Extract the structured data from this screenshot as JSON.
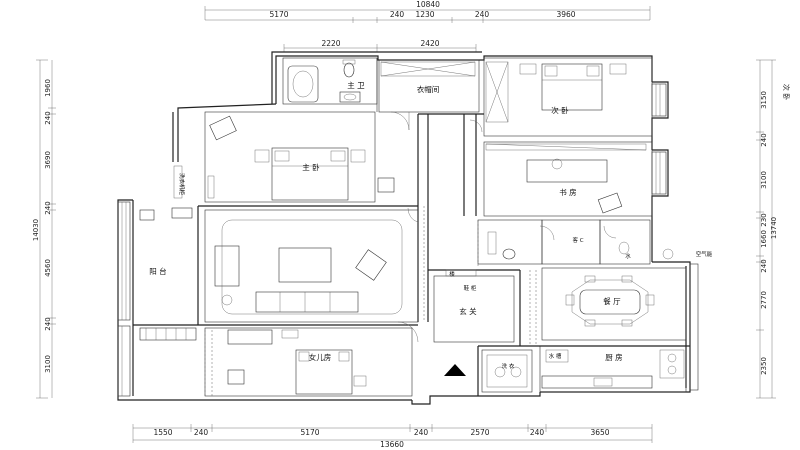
{
  "dimensions": {
    "top_total": "10840",
    "top_segments": [
      "5170",
      "240",
      "1230",
      "240",
      "3960"
    ],
    "top_sub": [
      "2220",
      "2420"
    ],
    "bottom_total": "13660",
    "bottom_segments": [
      "1550",
      "240",
      "5170",
      "240",
      "2570",
      "240",
      "3650"
    ],
    "left_total": "14030",
    "left_segments": [
      "1960",
      "240",
      "3690",
      "240",
      "4560",
      "240",
      "3100"
    ],
    "right_total": "13740",
    "right_segments": [
      "3150",
      "240",
      "3100",
      "230",
      "1660",
      "240",
      "2770",
      "2350"
    ]
  },
  "rooms": {
    "master_bath": "主 卫",
    "closet": "衣帽间",
    "second_bedroom": "次 卧",
    "master_bedroom": "主 卧",
    "study": "书 房",
    "balcony": "阳 台",
    "entrance": "玄 关",
    "dining": "餐 厅",
    "daughter_room": "女儿房",
    "kitchen": "厨 房",
    "small_wc": "客 C",
    "aircon": "空气能",
    "wash": "洗 衣",
    "stairs_label": "楼",
    "side_label": "次 卧",
    "small_label": "洗衣机柜",
    "sink": "水 槽",
    "tap": "水",
    "shoe": "鞋 柜"
  }
}
